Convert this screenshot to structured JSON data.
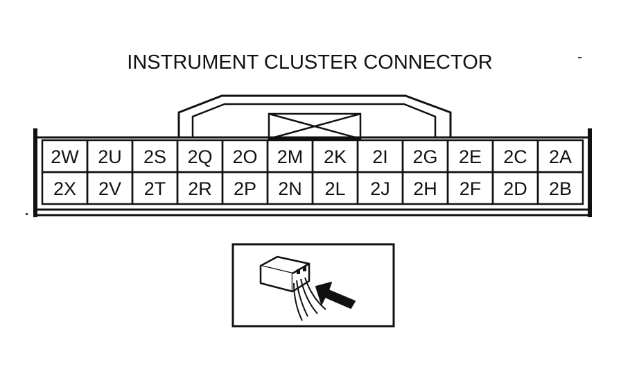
{
  "title": "INSTRUMENT CLUSTER CONNECTOR",
  "connector": {
    "top_row": [
      "2W",
      "2U",
      "2S",
      "2Q",
      "2O",
      "2M",
      "2K",
      "2I",
      "2G",
      "2E",
      "2C",
      "2A"
    ],
    "bottom_row": [
      "2X",
      "2V",
      "2T",
      "2R",
      "2P",
      "2N",
      "2L",
      "2J",
      "2H",
      "2F",
      "2D",
      "2B"
    ]
  },
  "inset": {
    "icon": "connector-harness-view-icon",
    "arrow": "viewing-direction-arrow-icon"
  }
}
